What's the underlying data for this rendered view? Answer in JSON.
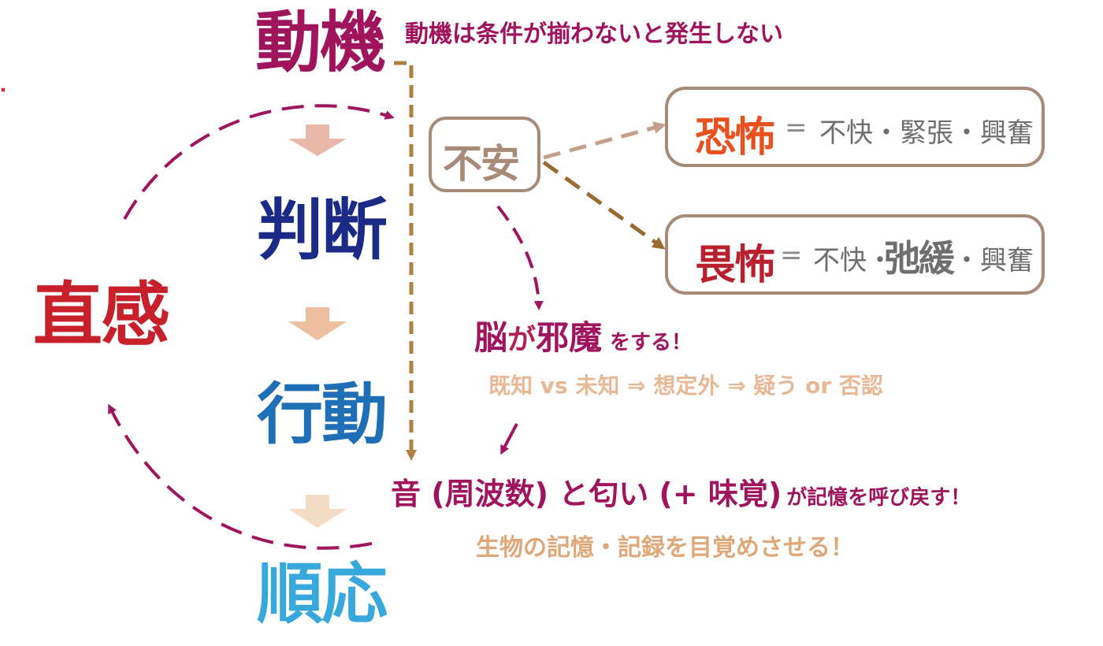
{
  "stages": {
    "motive": "動機",
    "judgment": "判断",
    "action": "行動",
    "adapt": "順応"
  },
  "intuition": "直感",
  "motive_note": "動機は条件が揃わないと発生しない",
  "anxiety": "不安",
  "fear": {
    "word": "恐怖",
    "eq": "=",
    "desc": "不快・緊張・興奮"
  },
  "awe": {
    "word": "畏怖",
    "eq": "=",
    "desc_a": "不快・",
    "desc_big": "弛緩",
    "desc_b": "・興奮"
  },
  "brain": {
    "a": "脳",
    "b": "が",
    "c": "邪魔",
    "d": "をする！"
  },
  "brain_note": "既知 vs 未知 ⇒ 想定外 ⇒ 疑う or 否認",
  "sound": {
    "main": "音 (周波数) と匂い (+ 味覚)",
    "tail": "が記憶を呼び戻す！"
  },
  "sound_note": "生物の記憶・記録を目覚めさせる！",
  "colors": {
    "motive": "#a0145e",
    "judgment": "#1a2a86",
    "action": "#1f6fb6",
    "adapt": "#36a8dc",
    "intuition": "#c8202a",
    "fear": "#e8501e",
    "awe": "#b8202e",
    "box_border": "#a88a78",
    "dashed_magenta": "#a0145e",
    "dashed_gold": "#b08040",
    "note_peach": "#e8b896"
  }
}
